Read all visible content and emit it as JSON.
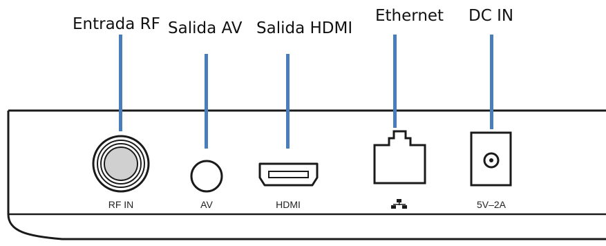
{
  "callouts": {
    "rf": "Entrada RF",
    "av": "Salida AV",
    "hdmi": "Salida HDMI",
    "ethernet": "Ethernet",
    "dc": "DC IN"
  },
  "ports": {
    "rf": "RF IN",
    "av": "AV",
    "hdmi": "HDMI",
    "ethernet_icon": "network-icon",
    "dc": "5V–2A"
  },
  "colors": {
    "callout_line": "#4a7ebb",
    "device_outline": "#1a1a1a",
    "rf_center": "#d0d0d0"
  }
}
